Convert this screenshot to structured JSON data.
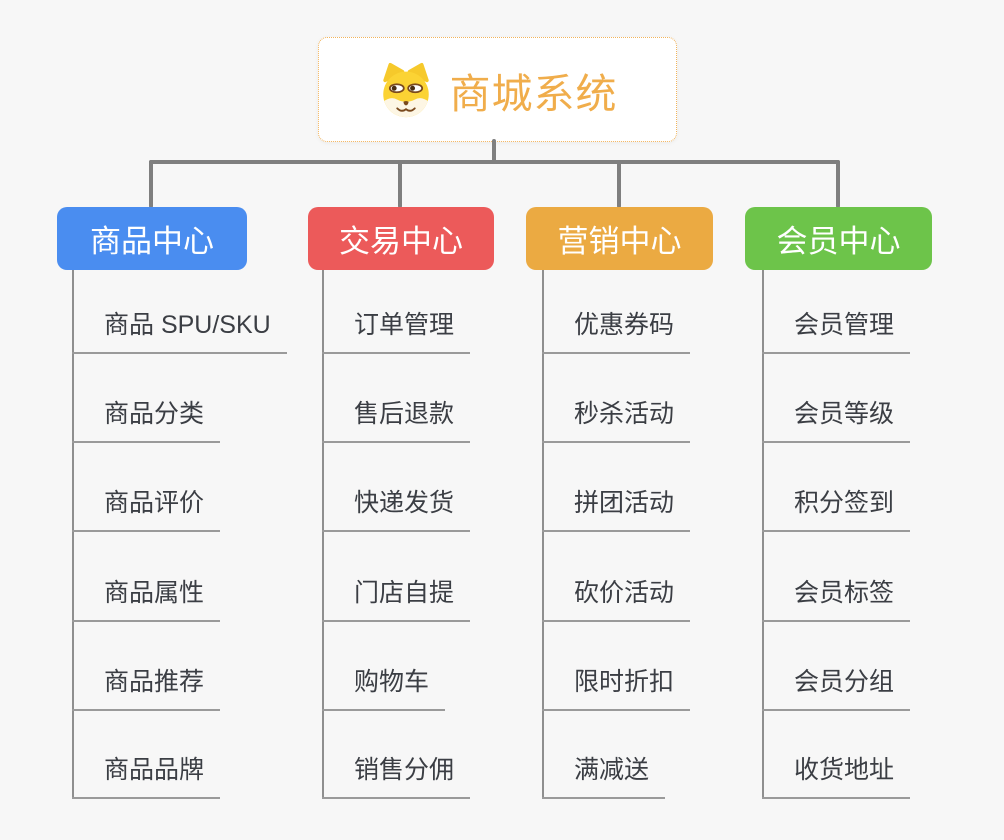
{
  "root": {
    "label": "商城系统",
    "icon": "dog-face-icon",
    "text_color": "#F0AD4B",
    "border_color": "#F2B45C"
  },
  "columns": [
    {
      "header": "商品中心",
      "color": "#4A8DF0",
      "items": [
        "商品 SPU/SKU",
        "商品分类",
        "商品评价",
        "商品属性",
        "商品推荐",
        "商品品牌"
      ]
    },
    {
      "header": "交易中心",
      "color": "#EC5A5A",
      "items": [
        "订单管理",
        "售后退款",
        "快递发货",
        "门店自提",
        "购物车",
        "销售分佣"
      ]
    },
    {
      "header": "营销中心",
      "color": "#EBAA42",
      "items": [
        "优惠券码",
        "秒杀活动",
        "拼团活动",
        "砍价活动",
        "限时折扣",
        "满减送"
      ]
    },
    {
      "header": "会员中心",
      "color": "#6DC44A",
      "items": [
        "会员管理",
        "会员等级",
        "积分签到",
        "会员标签",
        "会员分组",
        "收货地址"
      ]
    }
  ],
  "palette": {
    "background": "#F7F7F7",
    "connector_gray": "#7F7F7F",
    "branch_line_gray": "#9A9A9A",
    "item_text": "#3B3E44"
  }
}
